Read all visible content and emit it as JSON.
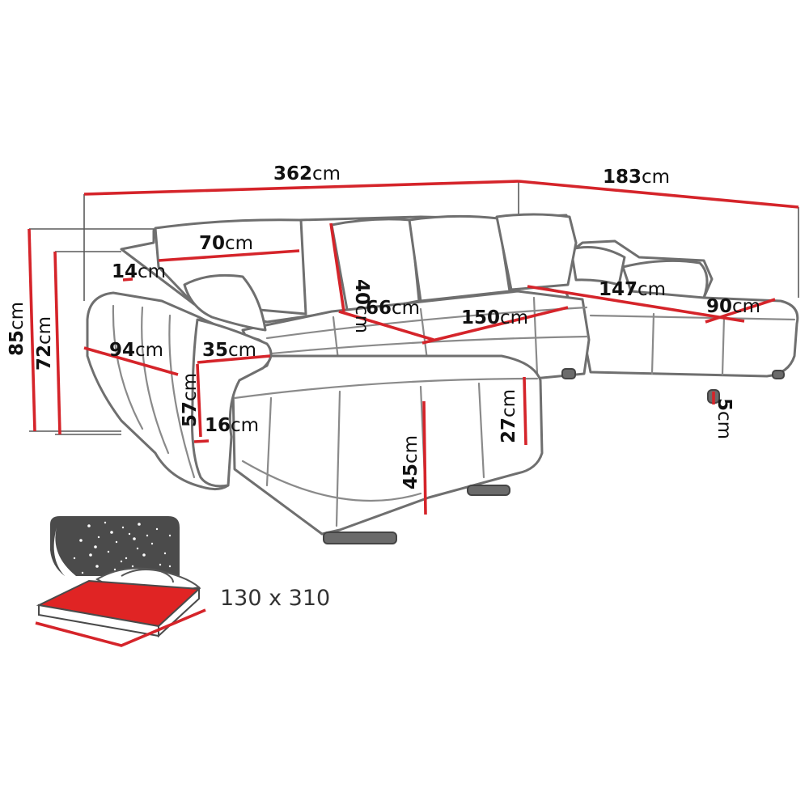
{
  "measurements": {
    "total_width": {
      "value": "362",
      "unit": "cm"
    },
    "chaise_depth": {
      "value": "183",
      "unit": "cm"
    },
    "total_height": {
      "value": "85",
      "unit": "cm"
    },
    "seat_back_height": {
      "value": "72",
      "unit": "cm"
    },
    "cushion_width": {
      "value": "70",
      "unit": "cm"
    },
    "cushion_height": {
      "value": "40",
      "unit": "cm"
    },
    "armrest_top": {
      "value": "14",
      "unit": "cm"
    },
    "armrest_depth": {
      "value": "94",
      "unit": "cm"
    },
    "armrest_width": {
      "value": "35",
      "unit": "cm"
    },
    "armrest_height": {
      "value": "57",
      "unit": "cm"
    },
    "armrest_gap": {
      "value": "16",
      "unit": "cm"
    },
    "seat_depth": {
      "value": "66",
      "unit": "cm"
    },
    "seat_width": {
      "value": "150",
      "unit": "cm"
    },
    "right_chaise_length": {
      "value": "147",
      "unit": "cm"
    },
    "right_chaise_width": {
      "value": "90",
      "unit": "cm"
    },
    "seat_height": {
      "value": "45",
      "unit": "cm"
    },
    "seat_thickness": {
      "value": "27",
      "unit": "cm"
    },
    "leg_height": {
      "value": "5",
      "unit": "cm"
    }
  },
  "sleeping_area": {
    "label": "130 x 310",
    "icon": "bed-with-starry-night-icon",
    "mattress_color": "#e02424",
    "night_color": "#4b4b4b"
  },
  "colors": {
    "dimension_line": "#d5242a",
    "sofa_outline": "#6f6f6f"
  }
}
